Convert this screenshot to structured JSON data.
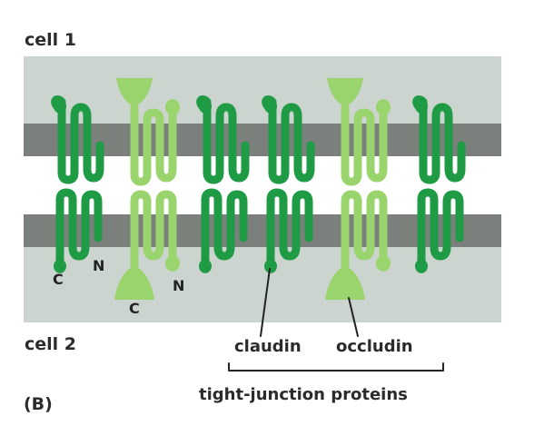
{
  "figure": {
    "panel_label": "(B)",
    "cell_top_label": "cell 1",
    "cell_bottom_label": "cell 2",
    "terminus_labels": {
      "c": "C",
      "n": "N"
    },
    "protein_labels": {
      "claudin": "claudin",
      "occludin": "occludin"
    },
    "group_label": "tight-junction proteins",
    "colors": {
      "cytoplasm": "#ccd4cf",
      "membrane": "#7b807d",
      "claudin": "#1f9a45",
      "occludin": "#9ad46d",
      "text": "#2b2b2b",
      "leader": "#222222"
    }
  }
}
